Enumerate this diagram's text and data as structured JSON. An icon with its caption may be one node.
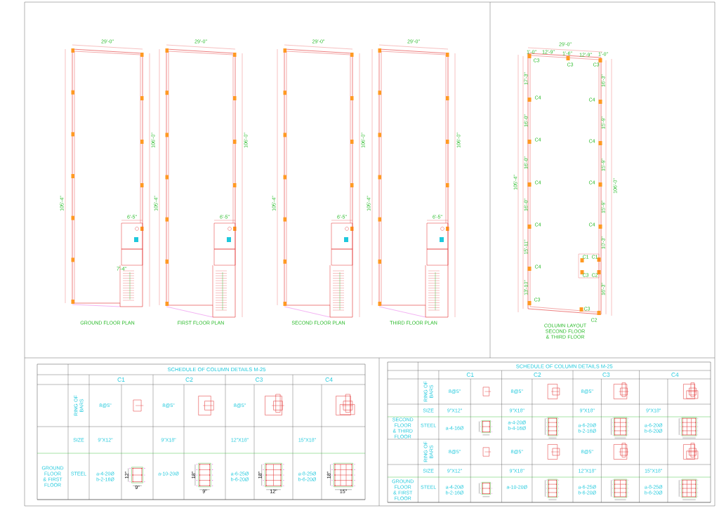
{
  "diagram": {
    "labels": [
      "29'-0\"",
      "105'-4\"",
      "106'-0\"",
      "6'-5\"",
      "7'-4\"",
      "GROUND FLOOR PLAN",
      "29'-0\"",
      "105'-4\"",
      "106'-0\"",
      "6'-5\"",
      "FIRST FLOOR PLAN",
      "29'-0\"",
      "105'-4\"",
      "106'-0\"",
      "6'-5\"",
      "SECOND FLOOR PLAN",
      "29'-0\"",
      "105'-4\"",
      "106'-0\"",
      "6'-5\"",
      "THIRD FLOOR PLAN",
      "29'-0\"",
      "1'-0\"",
      "12'-9\"",
      "1'-6\"",
      "12'-9\"",
      "1'-0\"",
      "C3",
      "C3",
      "C3",
      "C4",
      "C4",
      "C4",
      "C4",
      "C4",
      "C4",
      "C4",
      "C4",
      "C4",
      "C1",
      "C1",
      "C3",
      "C2",
      "C3",
      "C3",
      "C2",
      "17'-3\"",
      "16'-0\"",
      "16'-0\"",
      "16'-0\"",
      "15'-11\"",
      "13'-10\"",
      "105'-4\"",
      "16'-3\"",
      "15'-9\"",
      "15'-9\"",
      "15'-9\"",
      "10'-3\"",
      "16'-3\"",
      "106'-0\"",
      "COLUMN LAYOUT SECOND FLOOR & THIRD FLOOR",
      "SCHEDULE OF COLUMN DETAILS M-25",
      "C1",
      "C2",
      "C3",
      "C4",
      "RING OF BARS",
      "8@5\"",
      "8@5\"",
      "8@5\"",
      "SIZE",
      "9\"X12\"",
      "9\"X18\"",
      "12\"X18\"",
      "15\"X18\"",
      "GROUND FLOOR & FIRST FLOOR",
      "STEEL",
      "a-4-20Ø b-2-16Ø",
      "12\"",
      "9\"",
      "a-10-20Ø",
      "18\"",
      "9\"",
      "a-6-25Ø b-6-20Ø",
      "18\"",
      "12\"",
      "a-8-25Ø b-6-20Ø",
      "18\"",
      "15\"",
      "SCHEDULE OF COLUMN DETAILS M-25",
      "C1",
      "C2",
      "C3",
      "C4",
      "RING OF BARS",
      "8@5\"",
      "8@5\"",
      "8@5\"",
      "SIZE",
      "9\"X12\"",
      "9\"X18\"",
      "9\"X18\"",
      "9\"X18\"",
      "SECOND FLOOR & THIRD FLOOR",
      "STEEL",
      "a-4-16Ø",
      "a-4-20Ø b-4-16Ø",
      "a-6-20Ø b-2-16Ø",
      "a-6-20Ø b-6-20Ø",
      "RING OF BARS",
      "8@5\"",
      "8@5\"",
      "8@5\"",
      "SIZE",
      "9\"X12\"",
      "9\"X18\"",
      "12\"X18\"",
      "15\"X18\"",
      "GROUND FLOOR & FIRST FLOOR",
      "STEEL",
      "a-4-20Ø b-2-16Ø",
      "a-10-20Ø",
      "a-6-25Ø b-6-20Ø",
      "a-8-25Ø b-6-20Ø"
    ]
  }
}
